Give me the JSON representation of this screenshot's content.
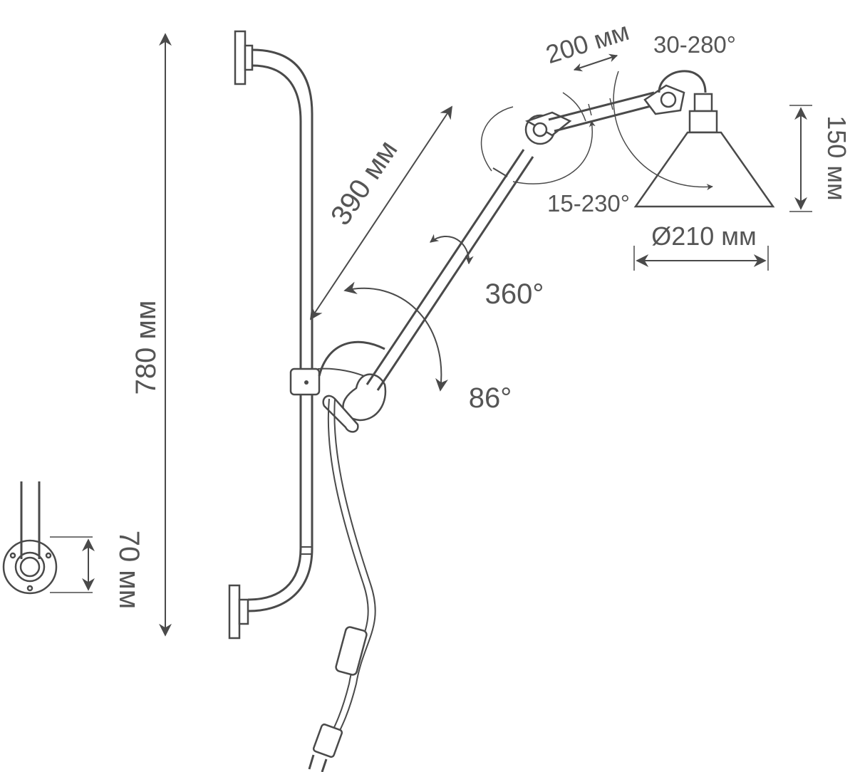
{
  "dimensions": {
    "total_height": "780 мм",
    "arm_length": "390 мм",
    "upper_arm": "200 мм",
    "shade_tilt": "30-280°",
    "elbow_tilt": "15-230°",
    "shade_height": "150 мм",
    "shade_diameter": "Ø210 мм",
    "arm_rotation": "360°",
    "base_rotation": "86°",
    "mount_plate": "70 мм"
  },
  "colors": {
    "line": "#4a4a4a",
    "text": "#555555",
    "background": "#ffffff"
  }
}
